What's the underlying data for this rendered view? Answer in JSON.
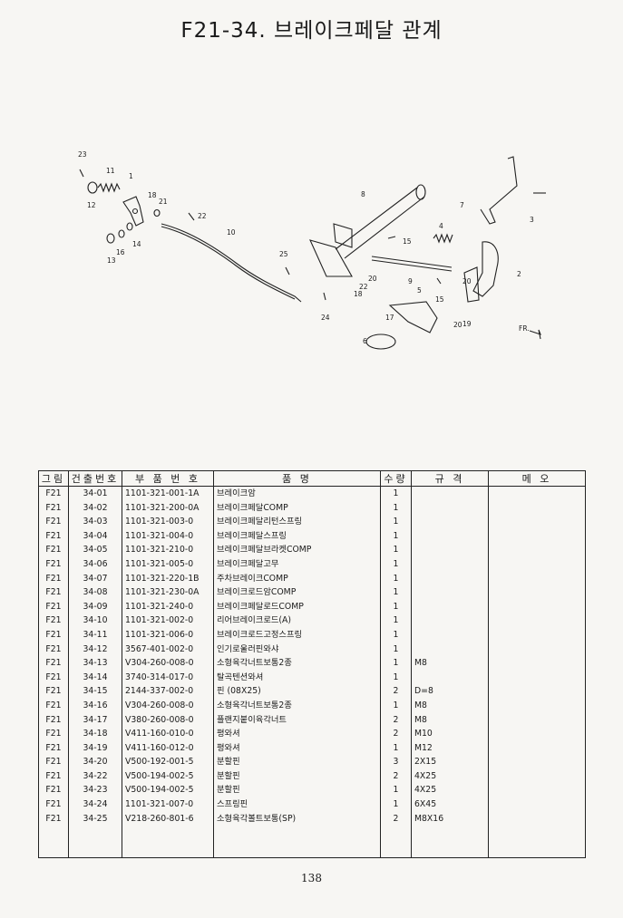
{
  "title": "F21-34. 브레이크페달 관계",
  "diagram": {
    "callouts": [
      "1",
      "2",
      "3",
      "4",
      "5",
      "6",
      "7",
      "8",
      "9",
      "10",
      "11",
      "12",
      "13",
      "14",
      "15",
      "15",
      "16",
      "17",
      "18",
      "18",
      "19",
      "20",
      "20",
      "21",
      "22",
      "22",
      "23",
      "24",
      "25"
    ],
    "direction_label": "FR."
  },
  "table": {
    "headers": [
      "그림",
      "건출번호",
      "부 품 번 호",
      "품 명",
      "수량",
      "규 격",
      "메 오"
    ],
    "rows": [
      {
        "fig": "F21",
        "ref": "34-01",
        "part": "1101-321-001-1A",
        "name": "브레이크암",
        "qty": "1",
        "spec": ""
      },
      {
        "fig": "F21",
        "ref": "34-02",
        "part": "1101-321-200-0A",
        "name": "브레이크페달COMP",
        "qty": "1",
        "spec": ""
      },
      {
        "fig": "F21",
        "ref": "34-03",
        "part": "1101-321-003-0",
        "name": "브레이크페달리턴스프링",
        "qty": "1",
        "spec": ""
      },
      {
        "fig": "F21",
        "ref": "34-04",
        "part": "1101-321-004-0",
        "name": "브레이크페달스프링",
        "qty": "1",
        "spec": ""
      },
      {
        "fig": "F21",
        "ref": "34-05",
        "part": "1101-321-210-0",
        "name": "브레이크페달브라켓COMP",
        "qty": "1",
        "spec": ""
      },
      {
        "fig": "F21",
        "ref": "34-06",
        "part": "1101-321-005-0",
        "name": "브레이크페달고무",
        "qty": "1",
        "spec": ""
      },
      {
        "fig": "F21",
        "ref": "34-07",
        "part": "1101-321-220-1B",
        "name": "주차브레이크COMP",
        "qty": "1",
        "spec": ""
      },
      {
        "fig": "F21",
        "ref": "34-08",
        "part": "1101-321-230-0A",
        "name": "브레이크로드암COMP",
        "qty": "1",
        "spec": ""
      },
      {
        "fig": "F21",
        "ref": "34-09",
        "part": "1101-321-240-0",
        "name": "브레이크페달로드COMP",
        "qty": "1",
        "spec": ""
      },
      {
        "fig": "F21",
        "ref": "34-10",
        "part": "1101-321-002-0",
        "name": "리어브레이크로드(A)",
        "qty": "1",
        "spec": ""
      },
      {
        "fig": "F21",
        "ref": "34-11",
        "part": "1101-321-006-0",
        "name": "브레이크로드고정스프링",
        "qty": "1",
        "spec": ""
      },
      {
        "fig": "F21",
        "ref": "34-12",
        "part": "3567-401-002-0",
        "name": "인기로울러핀와샤",
        "qty": "1",
        "spec": ""
      },
      {
        "fig": "F21",
        "ref": "34-13",
        "part": "V304-260-008-0",
        "name": "소형육각너트보통2종",
        "qty": "1",
        "spec": "M8"
      },
      {
        "fig": "F21",
        "ref": "34-14",
        "part": "3740-314-017-0",
        "name": "탈곡텐션와셔",
        "qty": "1",
        "spec": ""
      },
      {
        "fig": "F21",
        "ref": "34-15",
        "part": "2144-337-002-0",
        "name": "핀 (08X25)",
        "qty": "2",
        "spec": "D=8"
      },
      {
        "fig": "F21",
        "ref": "34-16",
        "part": "V304-260-008-0",
        "name": "소형육각너트보통2종",
        "qty": "1",
        "spec": "M8"
      },
      {
        "fig": "F21",
        "ref": "34-17",
        "part": "V380-260-008-0",
        "name": "플랜지붙이육각너트",
        "qty": "2",
        "spec": "M8"
      },
      {
        "fig": "F21",
        "ref": "34-18",
        "part": "V411-160-010-0",
        "name": "평와셔",
        "qty": "2",
        "spec": "M10"
      },
      {
        "fig": "F21",
        "ref": "34-19",
        "part": "V411-160-012-0",
        "name": "평와셔",
        "qty": "1",
        "spec": "M12"
      },
      {
        "fig": "F21",
        "ref": "34-20",
        "part": "V500-192-001-5",
        "name": "분할핀",
        "qty": "3",
        "spec": "2X15"
      },
      {
        "fig": "F21",
        "ref": "34-22",
        "part": "V500-194-002-5",
        "name": "분할핀",
        "qty": "2",
        "spec": "4X25"
      },
      {
        "fig": "F21",
        "ref": "34-23",
        "part": "V500-194-002-5",
        "name": "분할핀",
        "qty": "1",
        "spec": "4X25"
      },
      {
        "fig": "F21",
        "ref": "34-24",
        "part": "1101-321-007-0",
        "name": "스프링핀",
        "qty": "1",
        "spec": "6X45"
      },
      {
        "fig": "F21",
        "ref": "34-25",
        "part": "V218-260-801-6",
        "name": "소형육각볼트보통(SP)",
        "qty": "2",
        "spec": "M8X16"
      }
    ]
  },
  "page_number": "138"
}
